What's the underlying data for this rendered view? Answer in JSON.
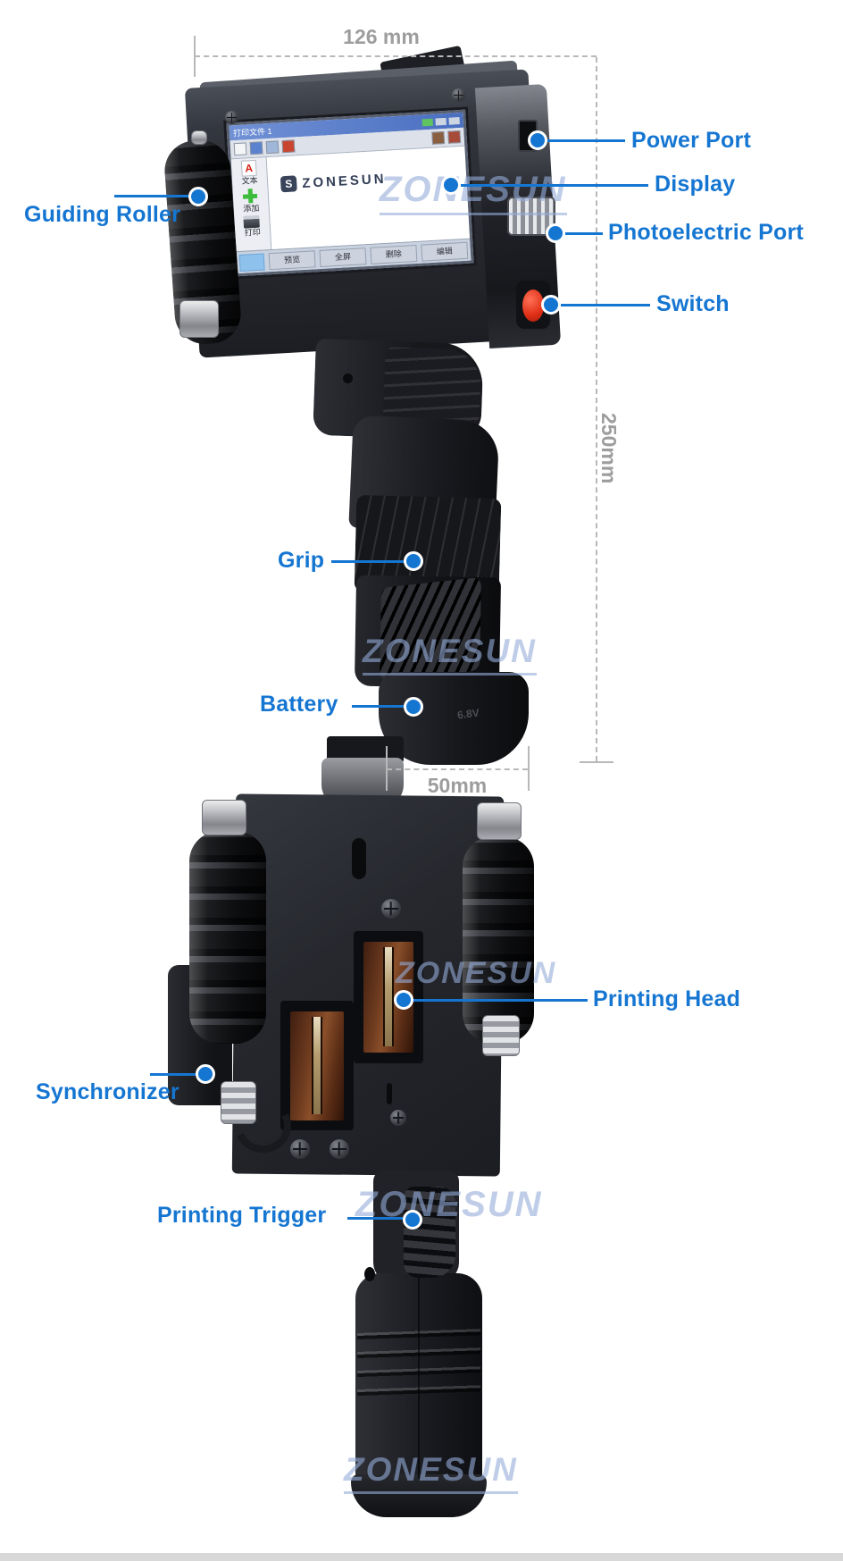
{
  "colors": {
    "label_blue": "#1576d2",
    "dim_gray": "#9d9d9d",
    "watermark_blue": "rgba(148,172,216,0.6)",
    "switch_red": "#df2f16",
    "copper_head": "#7c4526"
  },
  "dimensions": {
    "top_width": "126 mm",
    "right_height": "250mm",
    "bottom_width": "50mm"
  },
  "watermark_text": "ZONESUN",
  "top_view": {
    "labels": {
      "guiding_roller": "Guiding Roller",
      "power_port": "Power Port",
      "display": "Display",
      "photoelectric_port": "Photoelectric Port",
      "switch": "Switch",
      "grip": "Grip",
      "battery": "Battery"
    },
    "battery_marking": "6.8V",
    "screen": {
      "titlebar": "打印文件 1",
      "logo_initial": "S",
      "logo": "ZONESUN",
      "sidebar": [
        {
          "icon": "text-file-icon",
          "glyph": "A",
          "label": "文本"
        },
        {
          "icon": "add-icon",
          "label": "添加"
        },
        {
          "icon": "print-icon",
          "label": "打印"
        }
      ],
      "buttons": [
        "预览",
        "全屏",
        "删除",
        "编辑"
      ]
    }
  },
  "bottom_view": {
    "labels": {
      "printing_head": "Printing Head",
      "synchronizer": "Synchronizer",
      "printing_trigger": "Printing Trigger"
    }
  }
}
